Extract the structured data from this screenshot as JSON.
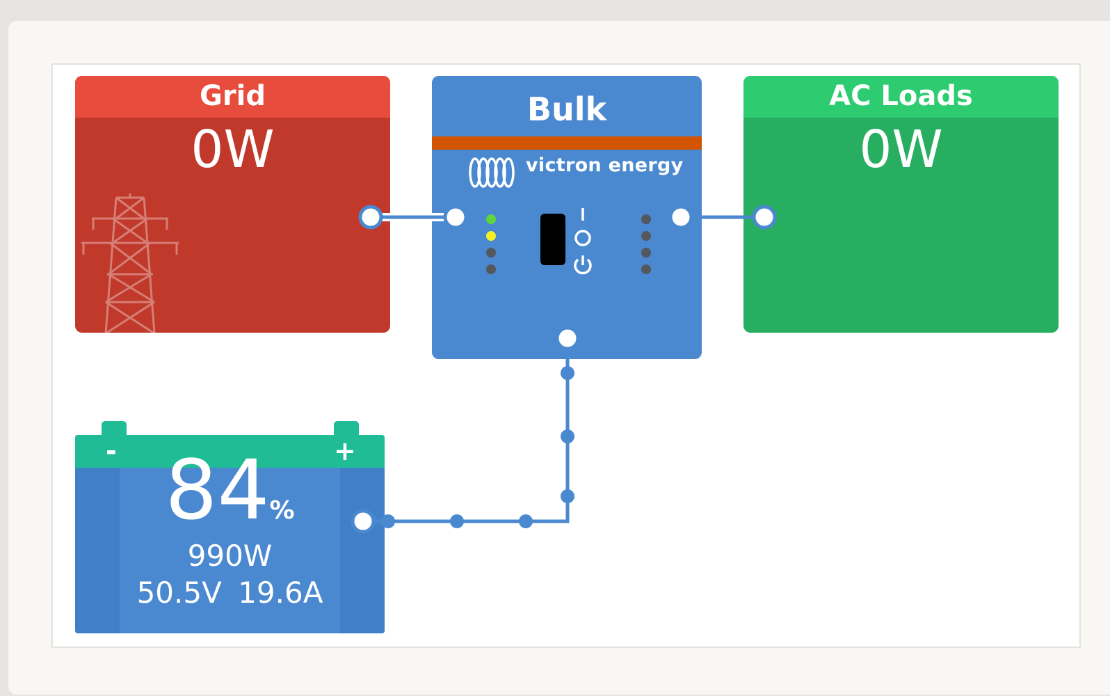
{
  "grid": {
    "title": "Grid",
    "power": "0W",
    "icon": "power-pylon-icon",
    "color": "#c0392b"
  },
  "inverter": {
    "state": "Bulk",
    "brand": "victron energy",
    "logo_icon": "victron-logo-icon",
    "leds_left": [
      "#5ed63b",
      "#f3f024",
      "#54575c",
      "#54575c"
    ],
    "leds_right": [
      "#54575c",
      "#54575c",
      "#54575c",
      "#54575c"
    ],
    "color": "#4a89d0"
  },
  "ac_loads": {
    "title": "AC Loads",
    "power": "0W",
    "color": "#27ae60"
  },
  "battery": {
    "minus": "-",
    "plus": "+",
    "soc": "84",
    "soc_unit": "%",
    "power": "990W",
    "voltage": "50.5V",
    "current": "19.6A"
  }
}
